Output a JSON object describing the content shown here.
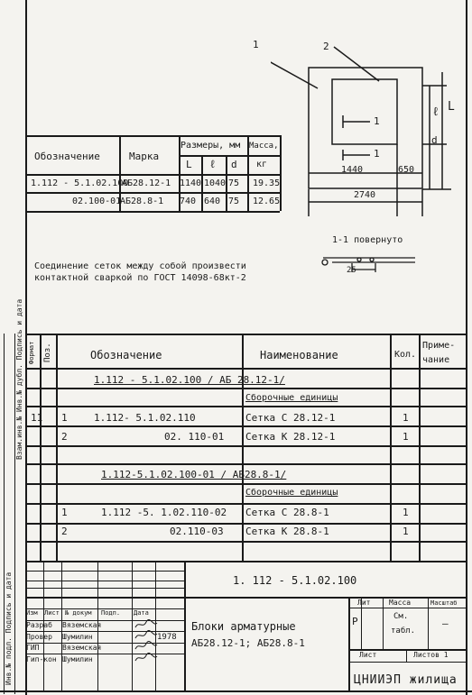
{
  "top_table": {
    "headers": {
      "designation": "Обозначение",
      "mark": "Марка",
      "dimensions": "Размеры, мм",
      "mass": "Масса,",
      "mass_unit": "кг",
      "L": "L",
      "l": "ℓ",
      "d": "d"
    },
    "rows": [
      {
        "designation": "1.112 - 5.1.02.100",
        "mark": "АБ28.12-1",
        "L": "1140",
        "l": "1040",
        "d": "75",
        "mass": "19.35"
      },
      {
        "designation": "02.100-01",
        "mark": "АБ28.8-1",
        "L": "740",
        "l": "640",
        "d": "75",
        "mass": "12.65"
      }
    ]
  },
  "drawing": {
    "callout_1": "1",
    "callout_2": "2",
    "section_mark": "1",
    "dim_1440": "1440",
    "dim_650": "650",
    "dim_2740": "2740",
    "dim_L": "L",
    "dim_l": "ℓ",
    "dim_d": "d",
    "section_title": "1-1 повернуто",
    "dim_25": "25"
  },
  "note": {
    "line1": "Соединение сеток между собой произвести",
    "line2": "контактной сваркой по ГОСТ 14098-68кт-2"
  },
  "spec": {
    "headers": {
      "format": "Формат",
      "pos": "Поз.",
      "designation": "Обозначение",
      "name": "Наименование",
      "qty": "Кол.",
      "note1": "Приме-",
      "note2": "чание"
    },
    "group1_title": "1.112 - 5.1.02.100       / АБ 28.12-1/",
    "group1_sub": "Сборочные единицы",
    "row1": {
      "format": "11",
      "pos": "1",
      "designation": "1.112- 5.1.02.110",
      "name": "Сетка С 28.12-1",
      "qty": "1"
    },
    "row2": {
      "pos": "2",
      "designation": "02. 110-01",
      "name": "Сетка К 28.12-1",
      "qty": "1"
    },
    "group2_title": "1.112-5.1.02.100-01  / АБ28.8-1/",
    "group2_sub": "Сборочные единицы",
    "row3": {
      "pos": "1",
      "designation": "1.112 -5. 1.02.110-02",
      "name": "Сетка С 28.8-1",
      "qty": "1"
    },
    "row4": {
      "pos": "2",
      "designation": "02.110-03",
      "name": "Сетка К  28.8-1",
      "qty": "1"
    }
  },
  "title_block": {
    "doc_code": "1. 112 - 5.1.02.100",
    "title_line1": "Блоки арматурные",
    "title_line2": "АБ28.12-1;  АБ28.8-1",
    "col_izm": "Изм",
    "col_list": "Лист",
    "col_doc": "№ докум",
    "col_sign": "Подп.",
    "col_date": "Дата",
    "role1": "Разраб",
    "name1": "Вяземская",
    "role2": "Провер",
    "name2": "Шумилин",
    "date2": "1978",
    "role3": "ГИП",
    "name3": "Вяземская",
    "role4": "Гип-кон",
    "name4": "Шумилин",
    "lit": "Лит",
    "lit_value": "Р",
    "mass": "Масса",
    "mass_value": "См.",
    "mass_value2": "табл.",
    "scale": "Масштаб",
    "scale_value": "—",
    "sheet": "Лист",
    "sheets": "Листов 1",
    "org": "ЦНИИЭП жилища"
  },
  "margin_labels": {
    "a": "Инв.№ подл.   Подпись и дата",
    "b": "Взам.инв.№   Инв.№ дубл.   Подпись и дата"
  }
}
